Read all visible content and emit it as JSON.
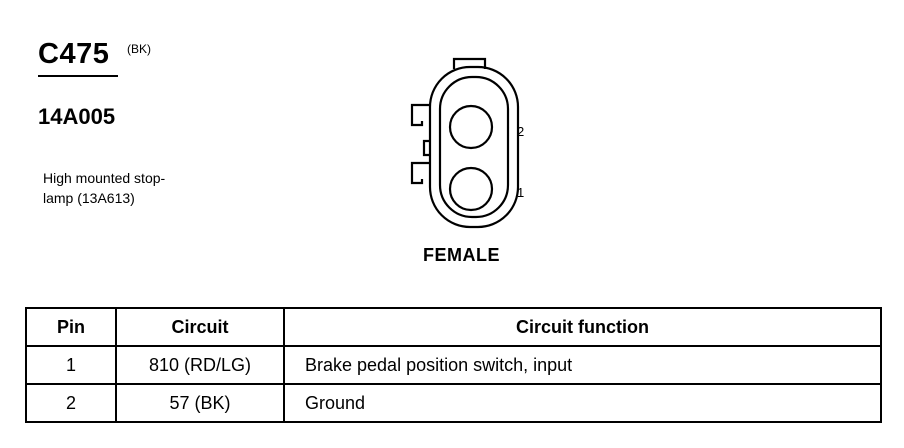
{
  "connector": {
    "id": "C475",
    "color_code": "(BK)",
    "part_number": "14A005",
    "description": [
      "High mounted stop-",
      "lamp (13A613)"
    ],
    "gender": "FEMALE",
    "pin_labels": [
      "2",
      "1"
    ]
  },
  "table": {
    "headers": [
      "Pin",
      "Circuit",
      "Circuit function"
    ],
    "rows": [
      {
        "pin": "1",
        "circuit": "810 (RD/LG)",
        "function": "Brake pedal position switch, input"
      },
      {
        "pin": "2",
        "circuit": "57 (BK)",
        "function": "Ground"
      }
    ]
  }
}
